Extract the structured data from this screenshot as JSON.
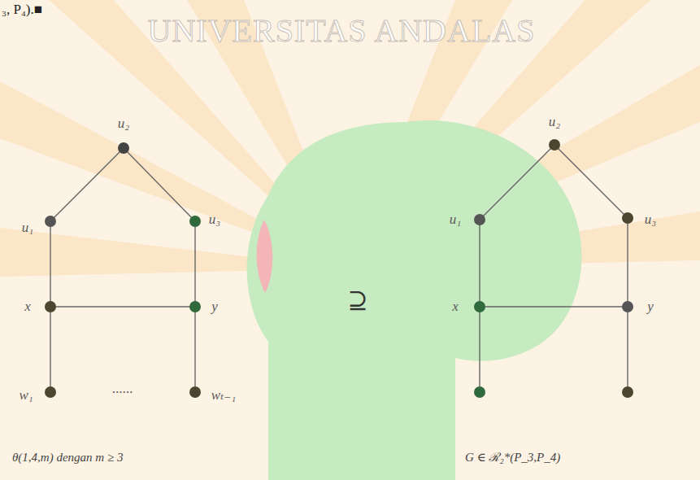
{
  "diagram": {
    "labels": [
      "₃, P₄).■",
      "UNIVERSITAS ANDALAS",
      "u₂",
      "u₁",
      "u₃",
      "x",
      "y",
      "w₁",
      "......",
      "wₜ₋₁",
      "θ(1,4,m) dengan m ≥ 3",
      "⊇",
      "u₂",
      "u₁",
      "u₃",
      "x",
      "y",
      "G ∈ ℛ₂*(P_3,P_4)"
    ]
  }
}
